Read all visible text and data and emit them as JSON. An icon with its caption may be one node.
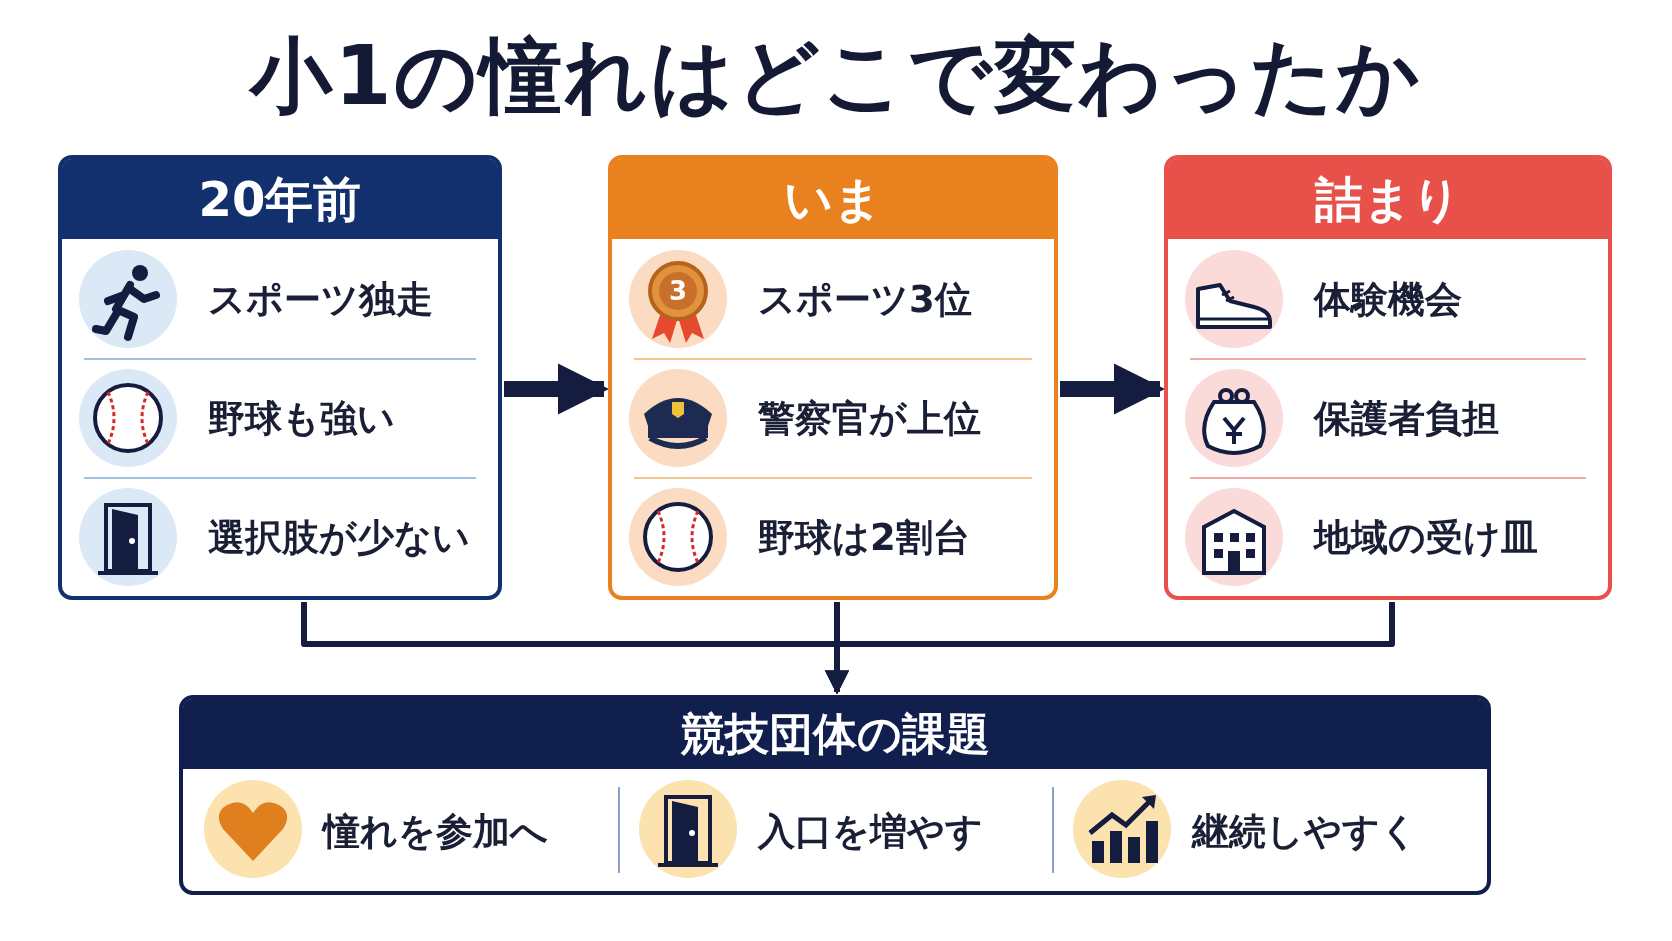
{
  "diagram": {
    "title": "小1の憧れはどこで変わったか",
    "nodes": [
      {
        "text": [
          "20年前",
          "スポーツ独走",
          "野球も強い",
          "選択肢が少ない"
        ]
      },
      {
        "text": [
          "いま",
          "スポーツ3位",
          "警察官が上位",
          "野球は2割台"
        ]
      },
      {
        "text": [
          "詰まり",
          "体験機会",
          "保護者負担",
          "地域の受け皿"
        ]
      },
      {
        "text": [
          "競技団体の課題",
          "憧れを参加へ",
          "入口を増やす",
          "継続しやすく"
        ]
      }
    ],
    "edges": [
      {
        "from": 0,
        "to": 1,
        "arrow": "to",
        "style": "thick"
      },
      {
        "from": 1,
        "to": 2,
        "arrow": "to",
        "style": "thick"
      },
      {
        "from": 0,
        "to": 3,
        "arrow": "to"
      },
      {
        "from": 1,
        "to": 3,
        "arrow": "to"
      },
      {
        "from": 2,
        "to": 3,
        "arrow": "to"
      }
    ],
    "labels": [
      "3"
    ]
  }
}
